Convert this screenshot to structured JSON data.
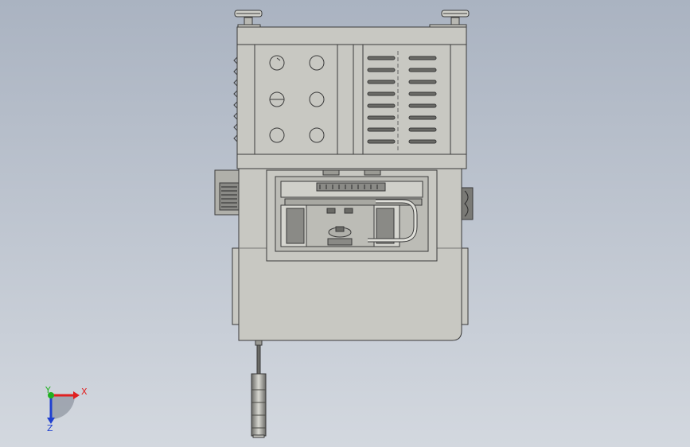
{
  "viewport": {
    "background_top": "#aab3c1",
    "background_bottom": "#d3d8df"
  },
  "model": {
    "body_color": "#c8c8c2",
    "edge_color": "#3a3a3a",
    "dark_part_color": "#5a5a58"
  },
  "triad": {
    "x_label": "X",
    "y_label": "Y",
    "z_label": "Z",
    "x_color": "#e02020",
    "y_color": "#20b020",
    "z_color": "#2040d0"
  }
}
